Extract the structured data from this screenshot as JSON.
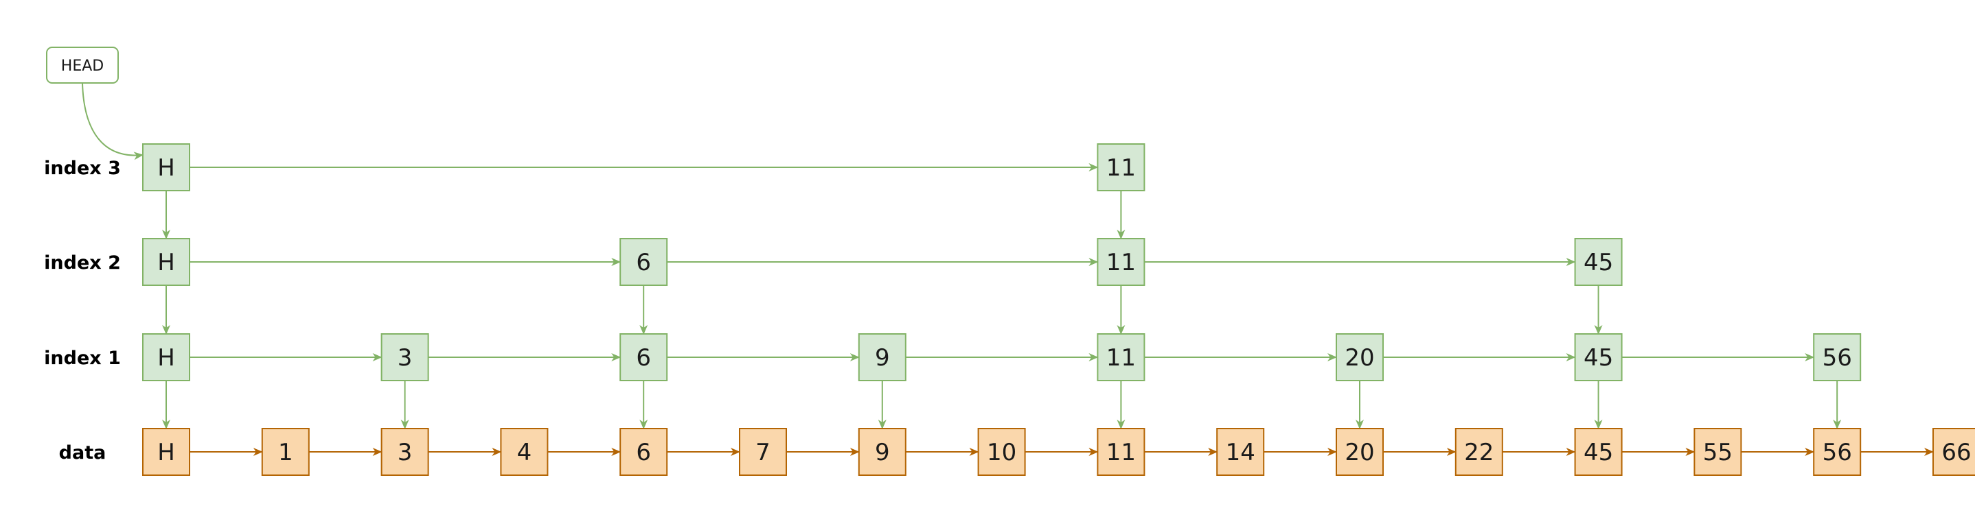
{
  "head_label": "HEAD",
  "colors": {
    "index_fill": "#d5e8d4",
    "index_stroke": "#82b366",
    "data_fill": "#fad7ac",
    "data_stroke": "#b46504"
  },
  "levels": [
    {
      "label": "index 3",
      "kind": "index",
      "nodes": [
        "H",
        "11"
      ]
    },
    {
      "label": "index 2",
      "kind": "index",
      "nodes": [
        "H",
        "6",
        "11",
        "45"
      ]
    },
    {
      "label": "index 1",
      "kind": "index",
      "nodes": [
        "H",
        "3",
        "6",
        "9",
        "11",
        "20",
        "45",
        "56"
      ]
    },
    {
      "label": "data",
      "kind": "data",
      "nodes": [
        "H",
        "1",
        "3",
        "4",
        "6",
        "7",
        "9",
        "10",
        "11",
        "14",
        "20",
        "22",
        "45",
        "55",
        "56",
        "66"
      ]
    }
  ]
}
